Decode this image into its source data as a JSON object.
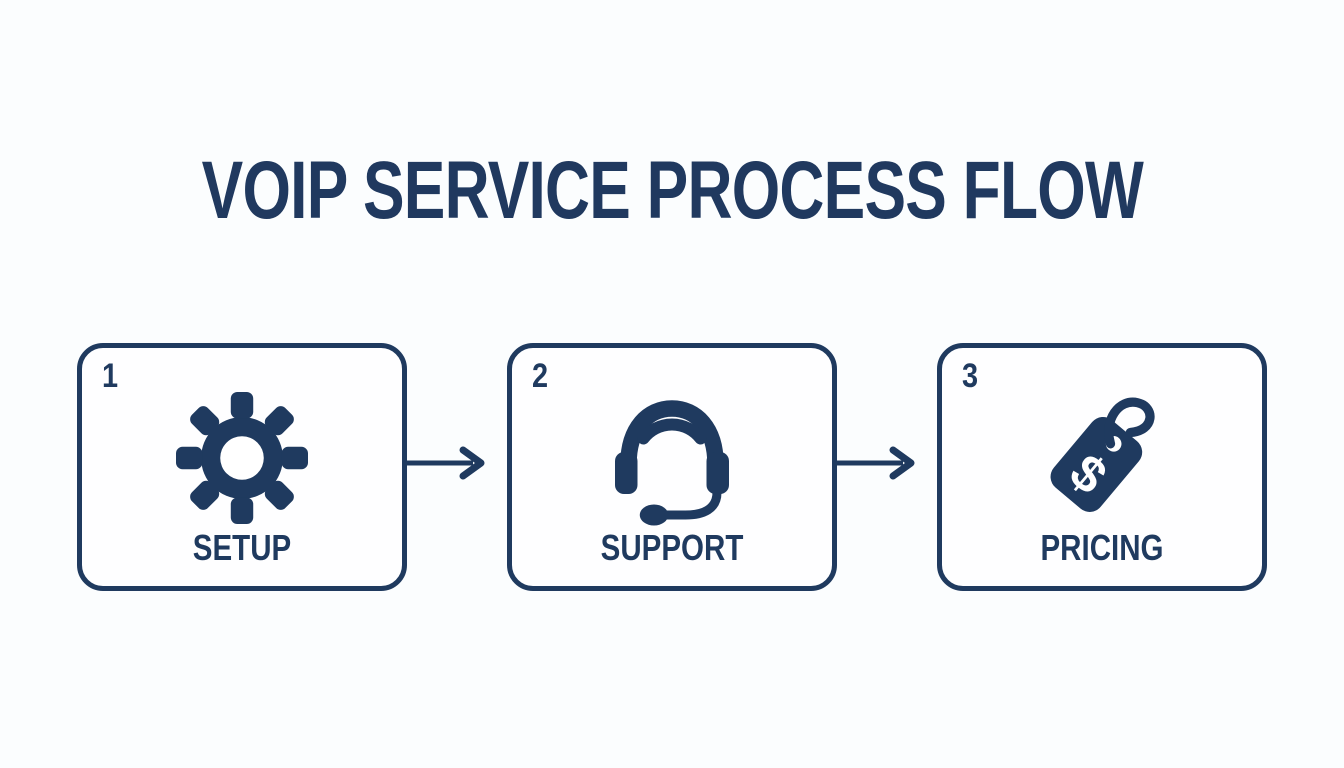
{
  "colors": {
    "navy": "#1f3a5f",
    "title": "#20395f",
    "background": "#fbfdfe",
    "box_fill": "#fefeff"
  },
  "title": "VOIP SERVICE PROCESS FLOW",
  "steps": [
    {
      "number": "1",
      "label": "SETUP",
      "icon": "gear-icon"
    },
    {
      "number": "2",
      "label": "SUPPORT",
      "icon": "headset-icon"
    },
    {
      "number": "3",
      "label": "PRICING",
      "icon": "price-tag-icon"
    }
  ],
  "connectors": [
    {
      "icon": "arrow-right-icon"
    },
    {
      "icon": "arrow-right-icon"
    }
  ]
}
